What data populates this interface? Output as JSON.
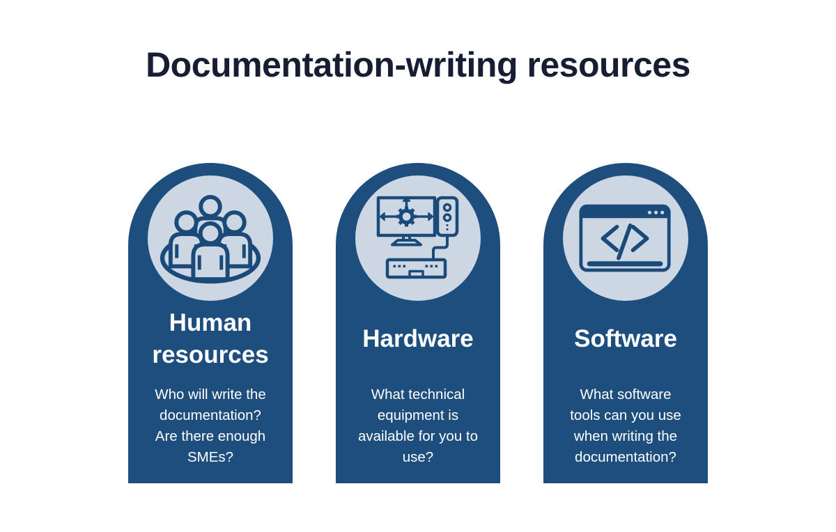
{
  "title": "Documentation-writing resources",
  "colors": {
    "background": "#ffffff",
    "title_text": "#171d33",
    "card_background": "#1d4e7d",
    "icon_circle_background": "#cdd7e3",
    "icon_stroke": "#1a4a7a",
    "card_text": "#ffffff"
  },
  "cards": [
    {
      "icon": "people-icon",
      "title": "Human\nresources",
      "description": "Who will write the\ndocumentation?\nAre there enough\nSMEs?"
    },
    {
      "icon": "hardware-icon",
      "title": "Hardware",
      "description": "What technical\nequipment is\navailable for you to\nuse?"
    },
    {
      "icon": "code-window-icon",
      "title": "Software",
      "description": "What software\ntools can you use\nwhen writing the\ndocumentation?"
    }
  ]
}
